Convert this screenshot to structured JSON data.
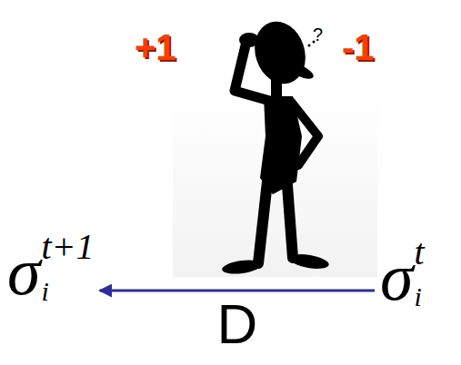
{
  "diagram": {
    "nodes": [
      {
        "text": [
          "σ",
          "t+1",
          "i"
        ]
      },
      {
        "text": [
          "σ",
          "t",
          "i"
        ]
      }
    ],
    "edges": [
      {
        "from": 1,
        "to": 0,
        "arrow": "to",
        "label": "D"
      }
    ],
    "labels": [
      "+1",
      "?",
      "-1"
    ]
  }
}
